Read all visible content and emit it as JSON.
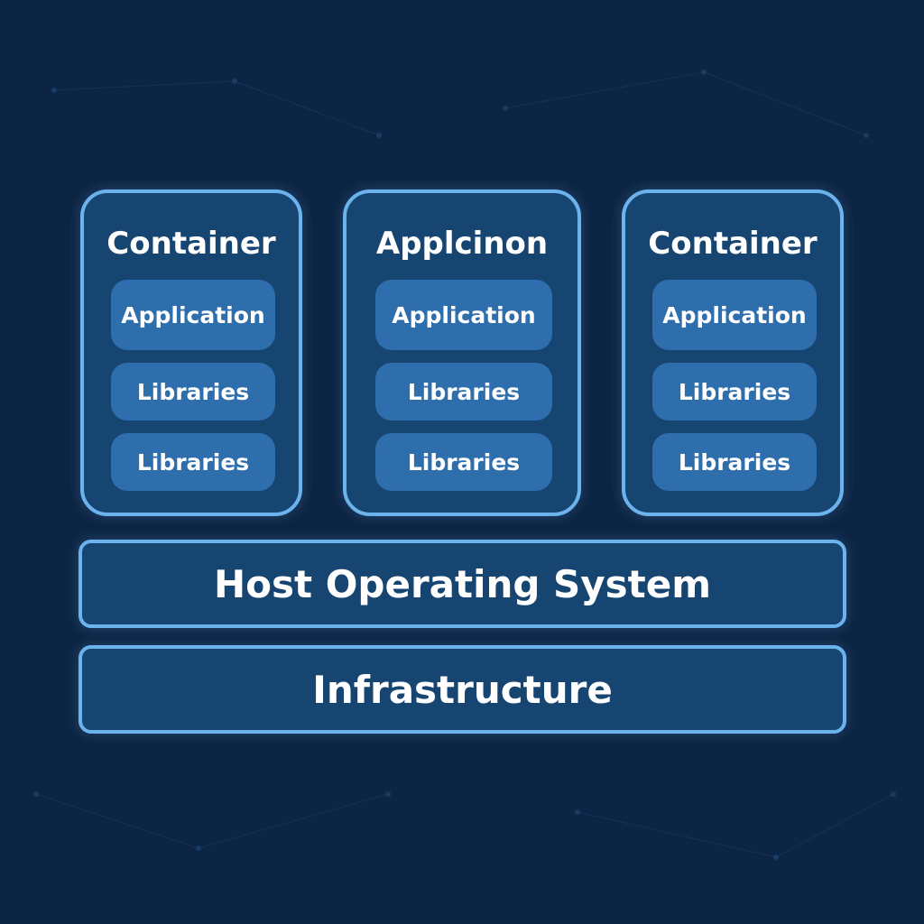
{
  "colors": {
    "background": "#0d2544",
    "panel_fill": "#174572",
    "panel_border": "#6cb3ee",
    "pill_fill": "#2e6ead",
    "text": "#ffffff"
  },
  "containers": [
    {
      "title": "Container",
      "layers": [
        "Application",
        "Libraries",
        "Libraries"
      ]
    },
    {
      "title": "Applcinon",
      "layers": [
        "Application",
        "Libraries",
        "Libraries"
      ]
    },
    {
      "title": "Container",
      "layers": [
        "Application",
        "Libraries",
        "Libraries"
      ]
    }
  ],
  "host_os": {
    "label": "Host Operating System"
  },
  "infrastructure": {
    "label": "Infrastructure"
  }
}
